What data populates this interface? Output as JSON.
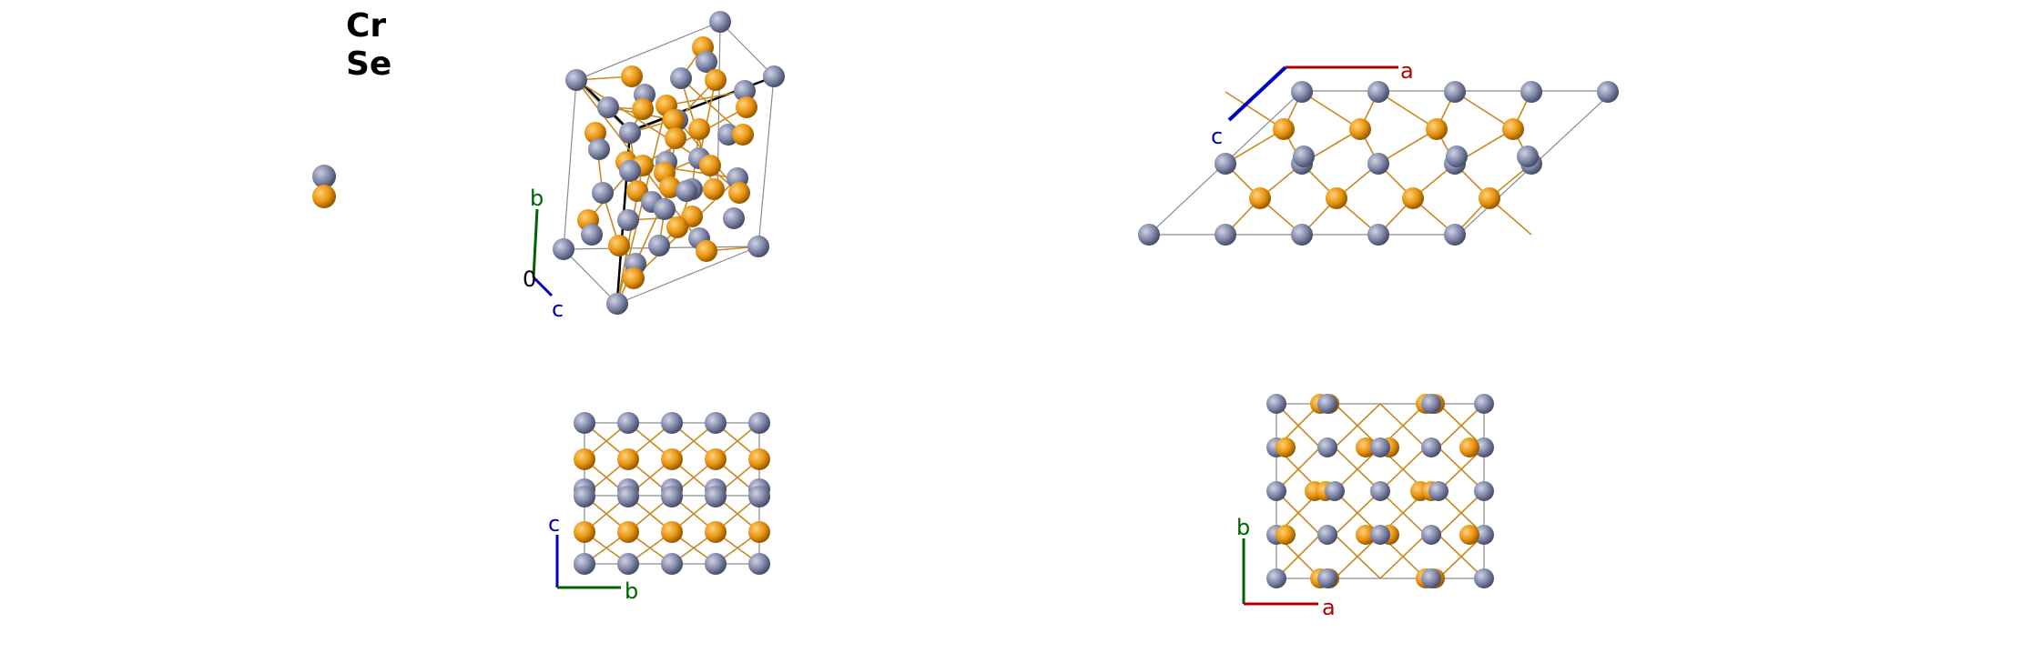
{
  "legend": {
    "elements": [
      {
        "symbol": "Cr",
        "color": "#7f86a8"
      },
      {
        "symbol": "Se",
        "color": "#e89410"
      }
    ]
  },
  "colors": {
    "cr_atom": "#7f86a8",
    "se_atom": "#e89410",
    "bond": "#c88a20",
    "cell_edge": "#888888",
    "axis_a": "#b00000",
    "axis_b": "#006400",
    "axis_c": "#0000c0"
  },
  "views": {
    "perspective": {
      "axis_b": "b",
      "axis_c": "c",
      "origin": "0"
    },
    "top_right": {
      "axis_a": "a",
      "axis_c": "c"
    },
    "bottom_left": {
      "axis_c": "c",
      "axis_b": "b"
    },
    "bottom_right": {
      "axis_b": "b",
      "axis_a": "a"
    }
  }
}
